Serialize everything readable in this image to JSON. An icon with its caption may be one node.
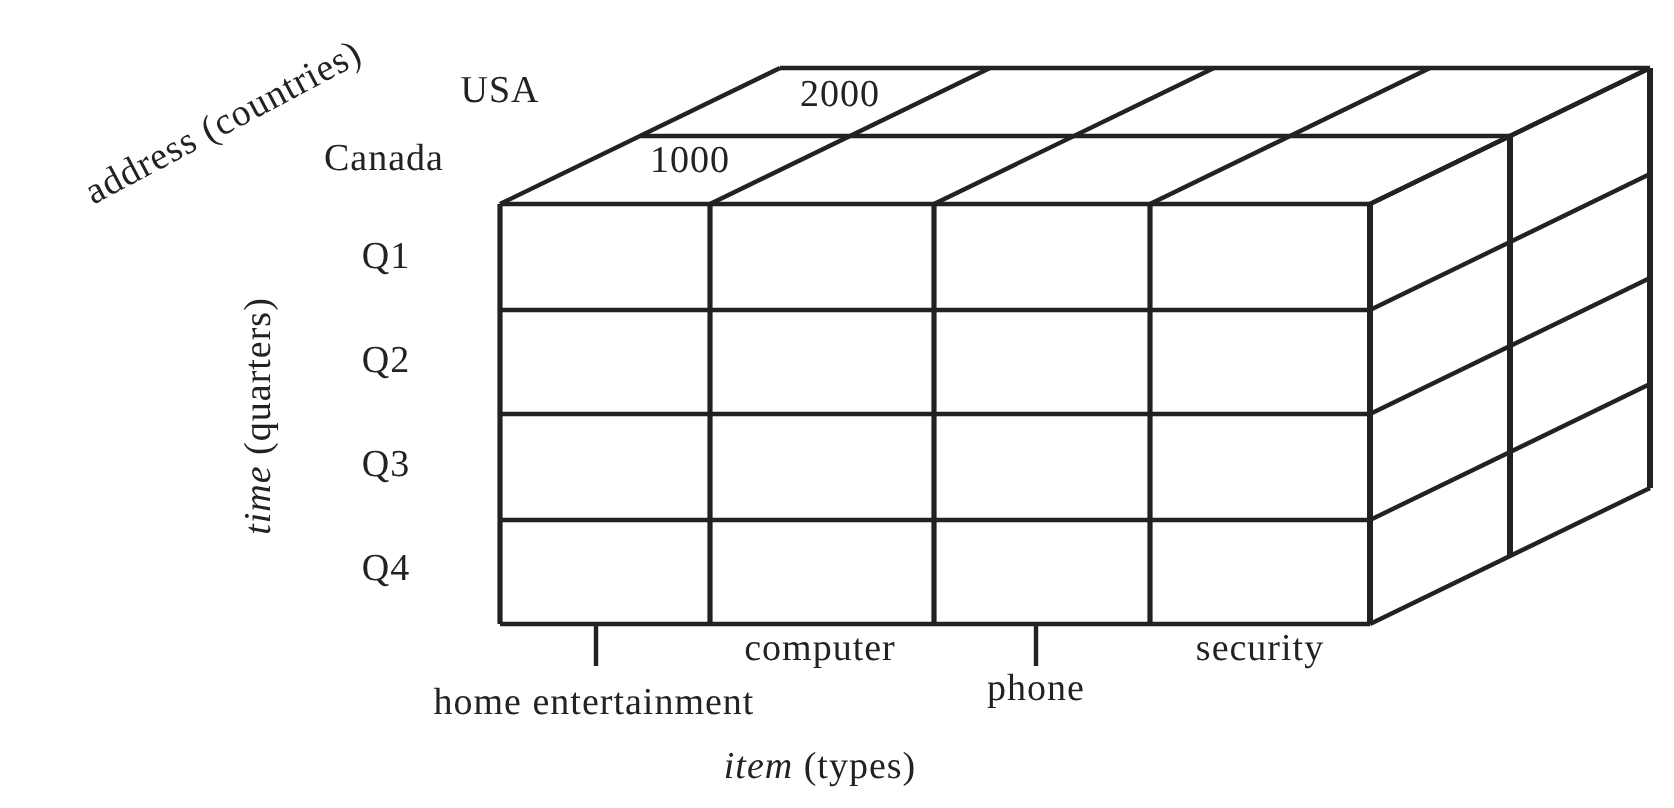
{
  "diagram": {
    "labels": [
      "address (countries)",
      "USA",
      "Canada",
      "2000",
      "1000",
      "Q1",
      "Q2",
      "Q3",
      "Q4",
      "*time* (quarters)",
      "home entertainment",
      "computer",
      "phone",
      "security",
      "*item* (types)"
    ]
  }
}
